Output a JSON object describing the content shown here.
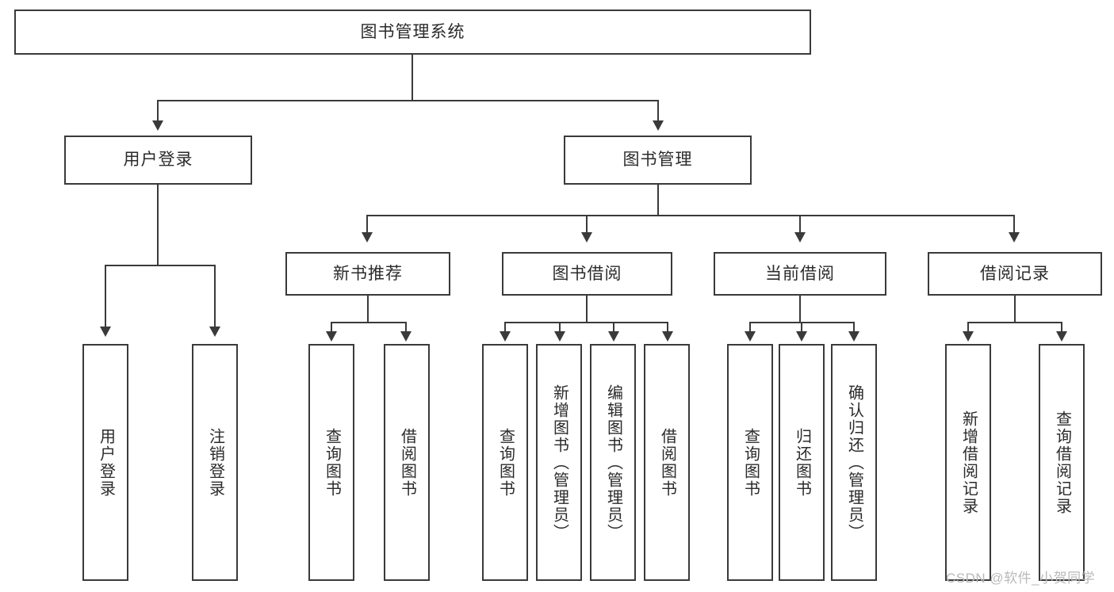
{
  "diagram": {
    "title": "图书管理系统",
    "type": "tree",
    "root": {
      "label": "图书管理系统"
    },
    "level2": [
      {
        "id": "user-login",
        "label": "用户登录"
      },
      {
        "id": "book-manage",
        "label": "图书管理"
      }
    ],
    "level3": [
      {
        "id": "new-book-recommend",
        "label": "新书推荐",
        "parent": "book-manage"
      },
      {
        "id": "book-borrow",
        "label": "图书借阅",
        "parent": "book-manage"
      },
      {
        "id": "current-borrow",
        "label": "当前借阅",
        "parent": "book-manage"
      },
      {
        "id": "borrow-record",
        "label": "借阅记录",
        "parent": "book-manage"
      }
    ],
    "leaves": {
      "user-login": [
        {
          "id": "leaf-user-login",
          "label": "用户登录"
        },
        {
          "id": "leaf-user-logout",
          "label": "注销登录"
        }
      ],
      "new-book-recommend": [
        {
          "id": "leaf-query-book-1",
          "label": "查询图书"
        },
        {
          "id": "leaf-borrow-book-1",
          "label": "借阅图书"
        }
      ],
      "book-borrow": [
        {
          "id": "leaf-query-book-2",
          "label": "查询图书"
        },
        {
          "id": "leaf-add-book",
          "label": "新增图书（管理员）"
        },
        {
          "id": "leaf-edit-book",
          "label": "编辑图书（管理员）"
        },
        {
          "id": "leaf-borrow-book-2",
          "label": "借阅图书"
        }
      ],
      "current-borrow": [
        {
          "id": "leaf-query-book-3",
          "label": "查询图书"
        },
        {
          "id": "leaf-return-book",
          "label": "归还图书"
        },
        {
          "id": "leaf-confirm-return",
          "label": "确认归还（管理员）"
        }
      ],
      "borrow-record": [
        {
          "id": "leaf-add-record",
          "label": "新增借阅记录"
        },
        {
          "id": "leaf-query-record",
          "label": "查询借阅记录"
        }
      ]
    }
  },
  "watermark": {
    "text": "CSDN @软件_小贺同学"
  },
  "colors": {
    "stroke": "#3a3a3a",
    "text": "#2b2b2b",
    "background": "#ffffff",
    "watermark": "#b9b9b9"
  }
}
